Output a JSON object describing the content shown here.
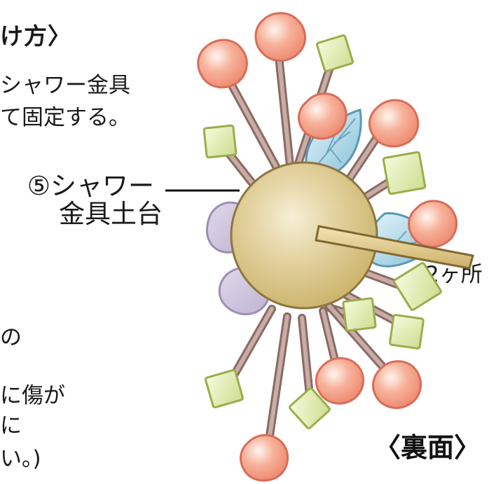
{
  "heading": "け方〉",
  "left_text": {
    "line_1": "シャワー金具",
    "line_2": "て固定する。",
    "line_3": "2ヶ所",
    "line_4": "の",
    "line_5": "に傷が",
    "line_6": "に",
    "line_7": "い。)"
  },
  "callout": {
    "number": "⑤",
    "line_1": "シャワー",
    "line_2": "金具土台"
  },
  "side_label": "〈裏面〉",
  "colors": {
    "stem": "#a88278",
    "flower": "#f29a84",
    "flower_edge": "#d86d59",
    "square": "#dce8a8",
    "square_edge": "#9aad4a",
    "leaf": "#9fcbe0",
    "leaf_edge": "#5b97b2",
    "purple": "#c8bfd8",
    "purple_edge": "#9d8eb6",
    "disk": "#d7c286",
    "disk_edge": "#8e7640",
    "pin": "#d8c27a",
    "pin_edge": "#7f6831"
  }
}
